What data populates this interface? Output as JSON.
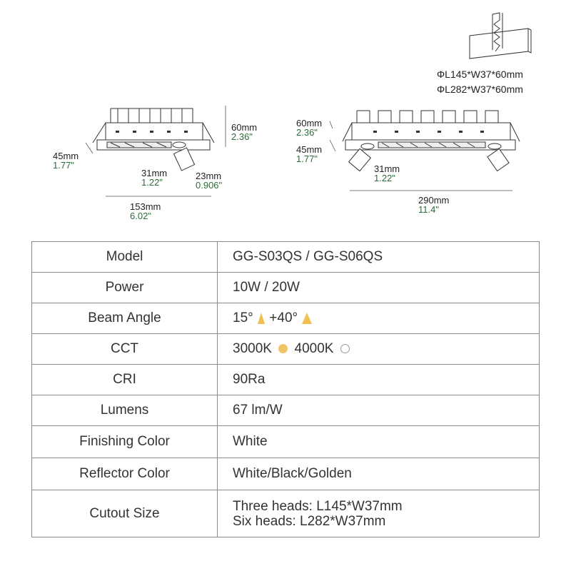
{
  "cutout_dims": [
    "ΦL145*W37*60mm",
    "ΦL282*W37*60mm"
  ],
  "three_head": {
    "height_mm": "60mm",
    "height_in": "2.36\"",
    "side_mm": "45mm",
    "side_in": "1.77\"",
    "head_mm": "31mm",
    "head_in": "1.22\"",
    "tilt_mm": "23mm",
    "tilt_in": "0.906\"",
    "length_mm": "153mm",
    "length_in": "6.02\""
  },
  "six_head": {
    "height_mm": "60mm",
    "height_in": "2.36\"",
    "side_mm": "45mm",
    "side_in": "1.77\"",
    "head_mm": "31mm",
    "head_in": "1.22\"",
    "length_mm": "290mm",
    "length_in": "11.4\""
  },
  "specs": {
    "model": {
      "label": "Model",
      "value": "GG-S03QS / GG-S06QS"
    },
    "power": {
      "label": "Power",
      "value": "10W / 20W"
    },
    "beam": {
      "label": "Beam Angle",
      "value_a": "15°",
      "value_b": "+40°"
    },
    "cct": {
      "label": "CCT",
      "value_a": "3000K",
      "value_b": "4000K",
      "color_a": "#f2c468",
      "color_b": "#ffffff"
    },
    "cri": {
      "label": "CRI",
      "value": "90Ra"
    },
    "lumens": {
      "label": "Lumens",
      "value": "67 lm/W"
    },
    "finish": {
      "label": "Finishing Color",
      "value": "White"
    },
    "reflector": {
      "label": "Reflector Color",
      "value": "White/Black/Golden"
    },
    "cutout": {
      "label": "Cutout Size",
      "line1": "Three heads: L145*W37mm",
      "line2": "Six heads: L282*W37mm"
    }
  },
  "colors": {
    "border": "#8a8a8a",
    "inch_text": "#2e6b3a",
    "beam_icon": "#f0c050"
  }
}
